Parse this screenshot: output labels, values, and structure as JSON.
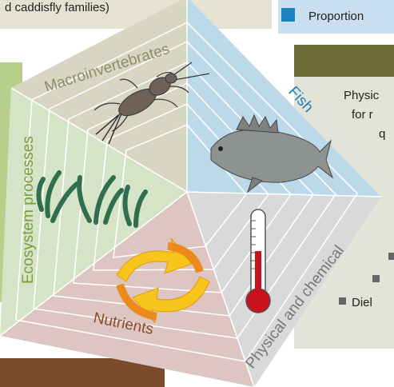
{
  "top_left_text": "d caddisfly families)",
  "top_right_legend": "Proportion",
  "right_panel": {
    "line1": "Physic",
    "line2": "for r",
    "line3": "q",
    "bottom_item": "Diel"
  },
  "segments": {
    "macroinvertebrates": "Macroinvertebrates",
    "fish": "Fish",
    "physical_chemical": "Physical and chemical",
    "nutrients": "Nutrients",
    "ecosystem_processes": "Ecosystem processes"
  },
  "colors": {
    "macroinvertebrates_bg": "#d7d6c3",
    "fish_bg": "#bcd9ea",
    "physical_bg": "#d9d9d9",
    "nutrients_bg": "#ddc6c1",
    "ecosystem_bg": "#d5e3c7",
    "macro_text": "#8e8c6a",
    "fish_text": "#1a82c3",
    "physical_text": "#777777",
    "nutrients_text": "#8a4a2d",
    "ecosystem_text": "#79a03c",
    "legend_square": "#1a82c3",
    "brown_bar": "#7c4a2c",
    "olive_bar": "#6d6d3a"
  },
  "icons": {
    "macroinvertebrates": "stonefly-larva-icon",
    "fish": "fish-icon",
    "physical_chemical": "thermometer-icon",
    "nutrients": "cycle-arrows-icon",
    "ecosystem_processes": "seagrass-icon"
  }
}
